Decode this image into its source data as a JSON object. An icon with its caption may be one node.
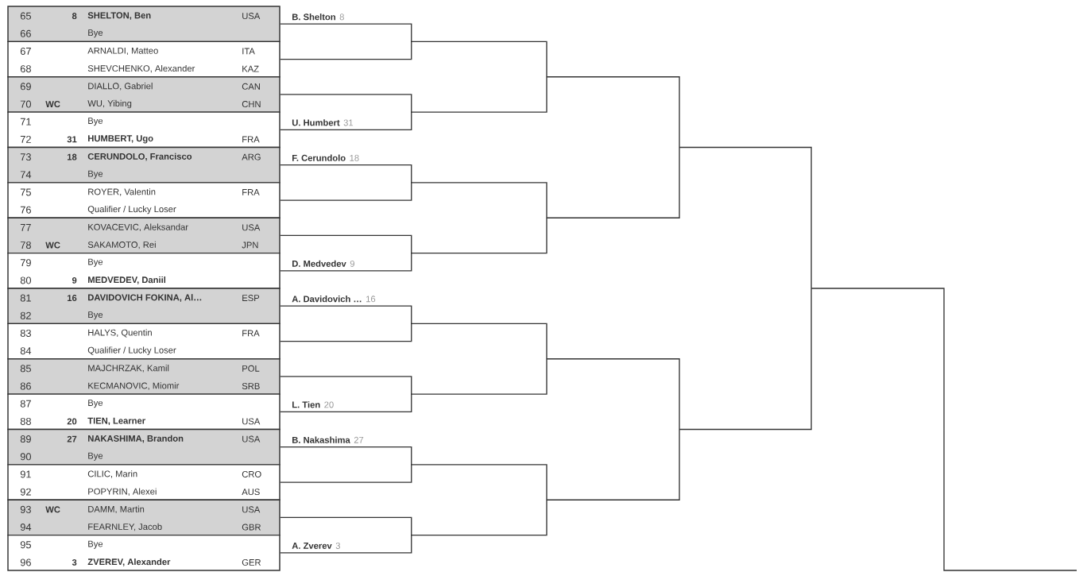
{
  "diagram": {
    "nodes": [
      {
        "text": [],
        "shape": "box"
      },
      {
        "text": [
          "65",
          "8",
          "SHELTON, Ben",
          "USA"
        ],
        "in": 0
      },
      {
        "text": [
          "66",
          "Bye"
        ],
        "in": 0
      },
      {
        "text": [],
        "shape": "box"
      },
      {
        "text": [
          "67",
          "ARNALDI, Matteo",
          "ITA"
        ],
        "in": 3
      },
      {
        "text": [
          "68",
          "SHEVCHENKO, Alexander",
          "KAZ"
        ],
        "in": 3
      },
      {
        "text": [],
        "shape": "box"
      },
      {
        "text": [
          "69",
          "DIALLO, Gabriel",
          "CAN"
        ],
        "in": 6
      },
      {
        "text": [
          "70",
          "WC",
          "WU, Yibing",
          "CHN"
        ],
        "in": 6
      },
      {
        "text": [],
        "shape": "box"
      },
      {
        "text": [
          "71",
          "Bye"
        ],
        "in": 9
      },
      {
        "text": [
          "72",
          "31",
          "HUMBERT, Ugo",
          "FRA"
        ],
        "in": 9
      },
      {
        "text": [],
        "shape": "box"
      },
      {
        "text": [
          "73",
          "18",
          "CERUNDOLO, Francisco",
          "ARG"
        ],
        "in": 12
      },
      {
        "text": [
          "74",
          "Bye"
        ],
        "in": 12
      },
      {
        "text": [],
        "shape": "box"
      },
      {
        "text": [
          "75",
          "ROYER, Valentin",
          "FRA"
        ],
        "in": 15
      },
      {
        "text": [
          "76",
          "Qualifier / Lucky Loser"
        ],
        "in": 15
      },
      {
        "text": [],
        "shape": "box"
      },
      {
        "text": [
          "77",
          "KOVACEVIC, Aleksandar",
          "USA"
        ],
        "in": 18
      },
      {
        "text": [
          "78",
          "WC",
          "SAKAMOTO, Rei",
          "JPN"
        ],
        "in": 18
      },
      {
        "text": [],
        "shape": "box"
      },
      {
        "text": [
          "79",
          "Bye"
        ],
        "in": 21
      },
      {
        "text": [
          "80",
          "9",
          "MEDVEDEV, Daniil"
        ],
        "in": 21
      },
      {
        "text": [],
        "shape": "box"
      },
      {
        "text": [
          "81",
          "16",
          "DAVIDOVICH FOKINA, Al…",
          "ESP"
        ],
        "in": 24
      },
      {
        "text": [
          "82",
          "Bye"
        ],
        "in": 24
      },
      {
        "text": [],
        "shape": "box"
      },
      {
        "text": [
          "83",
          "HALYS, Quentin",
          "FRA"
        ],
        "in": 27
      },
      {
        "text": [
          "84",
          "Qualifier / Lucky Loser"
        ],
        "in": 27
      },
      {
        "text": [],
        "shape": "box"
      },
      {
        "text": [
          "85",
          "MAJCHRZAK, Kamil",
          "POL"
        ],
        "in": 30
      },
      {
        "text": [
          "86",
          "KECMANOVIC, Miomir",
          "SRB"
        ],
        "in": 30
      },
      {
        "text": [],
        "shape": "box"
      },
      {
        "text": [
          "87",
          "Bye"
        ],
        "in": 33
      },
      {
        "text": [
          "88",
          "20",
          "TIEN, Learner",
          "USA"
        ],
        "in": 33
      },
      {
        "text": [],
        "shape": "box"
      },
      {
        "text": [
          "89",
          "27",
          "NAKASHIMA, Brandon",
          "USA"
        ],
        "in": 36
      },
      {
        "text": [
          "90",
          "Bye"
        ],
        "in": 36
      },
      {
        "text": [],
        "shape": "box"
      },
      {
        "text": [
          "91",
          "CILIC, Marin",
          "CRO"
        ],
        "in": 39
      },
      {
        "text": [
          "92",
          "POPYRIN, Alexei",
          "AUS"
        ],
        "in": 39
      },
      {
        "text": [],
        "shape": "box"
      },
      {
        "text": [
          "93",
          "WC",
          "DAMM, Martin",
          "USA"
        ],
        "in": 42
      },
      {
        "text": [
          "94",
          "FEARNLEY, Jacob",
          "GBR"
        ],
        "in": 42
      },
      {
        "text": [],
        "shape": "box"
      },
      {
        "text": [
          "95",
          "Bye"
        ],
        "in": 45
      },
      {
        "text": [
          "96",
          "3",
          "ZVEREV, Alexander",
          "GER"
        ],
        "in": 45
      }
    ],
    "edges": [
      {
        "from": 0,
        "to": 3,
        "arrow": "none"
      },
      {
        "from": 6,
        "to": 9,
        "arrow": "none"
      },
      {
        "from": 12,
        "to": 15,
        "arrow": "none"
      },
      {
        "from": 18,
        "to": 21,
        "arrow": "none"
      },
      {
        "from": 24,
        "to": 27,
        "arrow": "none"
      },
      {
        "from": 30,
        "to": 33,
        "arrow": "none"
      },
      {
        "from": 36,
        "to": 39,
        "arrow": "none"
      },
      {
        "from": 42,
        "to": 45,
        "arrow": "none"
      }
    ],
    "labels": [
      "B. Shelton",
      "8",
      "U. Humbert",
      "31",
      "F. Cerundolo",
      "18",
      "D. Medvedev",
      "9",
      "A. Davidovich …",
      "16",
      "L. Tien",
      "20",
      "B. Nakashima",
      "27",
      "A. Zverev",
      "3"
    ]
  }
}
